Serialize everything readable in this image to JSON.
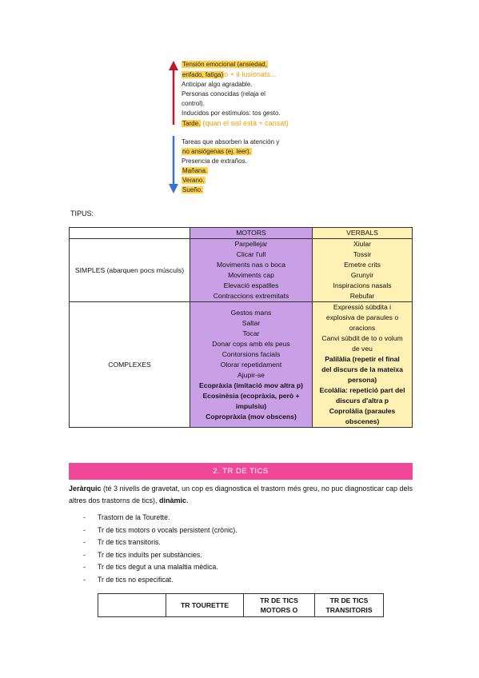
{
  "diagram": {
    "up_lines": [
      "Tensión emocional (ansiedad,",
      "enfado, fatiga)",
      "Anticipar algo agradable.",
      "Personas conocidas (relaja el",
      "control).",
      "Inducidos por estímulos: tos gesto.",
      "Tarde."
    ],
    "up_note_1": "o + il·lusionats...",
    "up_note_2": "(quan el sisl està + cansat)",
    "down_lines": [
      "Tareas que absorben la atención y",
      "no ansiógenas (ej. leer).",
      "Presencia de extraños.",
      "Mañana.",
      "Verano.",
      "Sueño."
    ],
    "colors": {
      "up_arrow": "#c0172a",
      "down_arrow": "#3a73c9",
      "highlight": "#ffd24a",
      "note": "#f2a100"
    }
  },
  "tipus_label": "TIPUS:",
  "table1": {
    "headers": [
      "",
      "MOTORS",
      "VERBALS"
    ],
    "rows": [
      {
        "label": "SIMPLES (abarquen pocs músculs)",
        "motors": [
          "Parpellejar",
          "Clicar l'ull",
          "Moviments nas o boca",
          "Moviments cap",
          "Elevació espatlles",
          "Contraccions extremitats"
        ],
        "verbals": [
          "Xiular",
          "Tossir",
          "Emetre crits",
          "Grunyir",
          "Inspiracions nasals",
          "Rebufar"
        ]
      },
      {
        "label": "COMPLEXES",
        "motors": [
          "Gestos mans",
          "Saltar",
          "Tocar",
          "Donar cops amb els peus",
          "Contorsions facials",
          "Olorar repetidament",
          "Ajupir-se"
        ],
        "motors_bold": [
          "Ecopràxia (imitació mov altra p)",
          "Ecosinèsia (ecopràxia, però + impulsiu)",
          "Copropràxia (mov obscens)"
        ],
        "verbals": [
          "Expressió súbdita i explosiva de paraules o oracions",
          "Canvi súbdit de to o volum de veu"
        ],
        "verbals_bold": [
          "Palilàlia (repetir el final del discurs de la mateixa persona)",
          "Ecolàlia: repetició part del discurs d'altra p",
          "Coprolàlia (paraules obscenes)"
        ]
      }
    ],
    "colors": {
      "motors": "#c9a0e6",
      "verbals": "#fff0b3"
    }
  },
  "section": {
    "title": "2.   TR DE TICS",
    "color": "#f0499a"
  },
  "intro": {
    "bold_start": "Jeràrquic",
    "text": " (té 3 nivells de gravetat, un cop es diagnostica el trastorn més greu, no puc diagnosticar cap dels altres dos trastorns de tics), ",
    "bold_end": "dinàmic",
    "tail": "."
  },
  "list": [
    "Trastorn de la Tourette.",
    "Tr de tics motors o vocals persistent (crònic).",
    "Tr de tics transitoris.",
    "Tr de tics induïts per substàncies.",
    "Tr de tics degut a una malaltia mèdica.",
    "Tr de tics no especificat."
  ],
  "table2": {
    "headers": [
      "",
      "TR TOURETTE",
      "TR DE TICS MOTORS O",
      "TR DE TICS TRANSITORIS"
    ]
  }
}
